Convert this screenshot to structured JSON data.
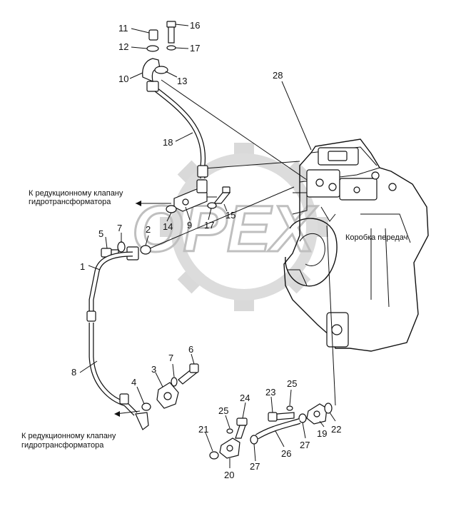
{
  "labels": {
    "l1": "1",
    "l2": "2",
    "l3": "3",
    "l4": "4",
    "l5": "5",
    "l6": "6",
    "l7a": "7",
    "l7b": "7",
    "l8": "8",
    "l9": "9",
    "l10": "10",
    "l11": "11",
    "l12": "12",
    "l13": "13",
    "l14": "14",
    "l15": "15",
    "l16": "16",
    "l17a": "17",
    "l17b": "17",
    "l18": "18",
    "l19": "19",
    "l20": "20",
    "l21": "21",
    "l22": "22",
    "l23": "23",
    "l24": "24",
    "l25a": "25",
    "l25b": "25",
    "l26": "26",
    "l27a": "27",
    "l27b": "27",
    "l28": "28"
  },
  "captions": {
    "to_reducing_valve_top_1": "К редукционному клапану",
    "to_reducing_valve_top_2": "гидротрансформатора",
    "to_reducing_valve_bottom_1": "К редукционному клапану",
    "to_reducing_valve_bottom_2": "гидротрансформатора",
    "gearbox": "Коробка передач"
  },
  "watermark": {
    "text": "OPEX"
  }
}
